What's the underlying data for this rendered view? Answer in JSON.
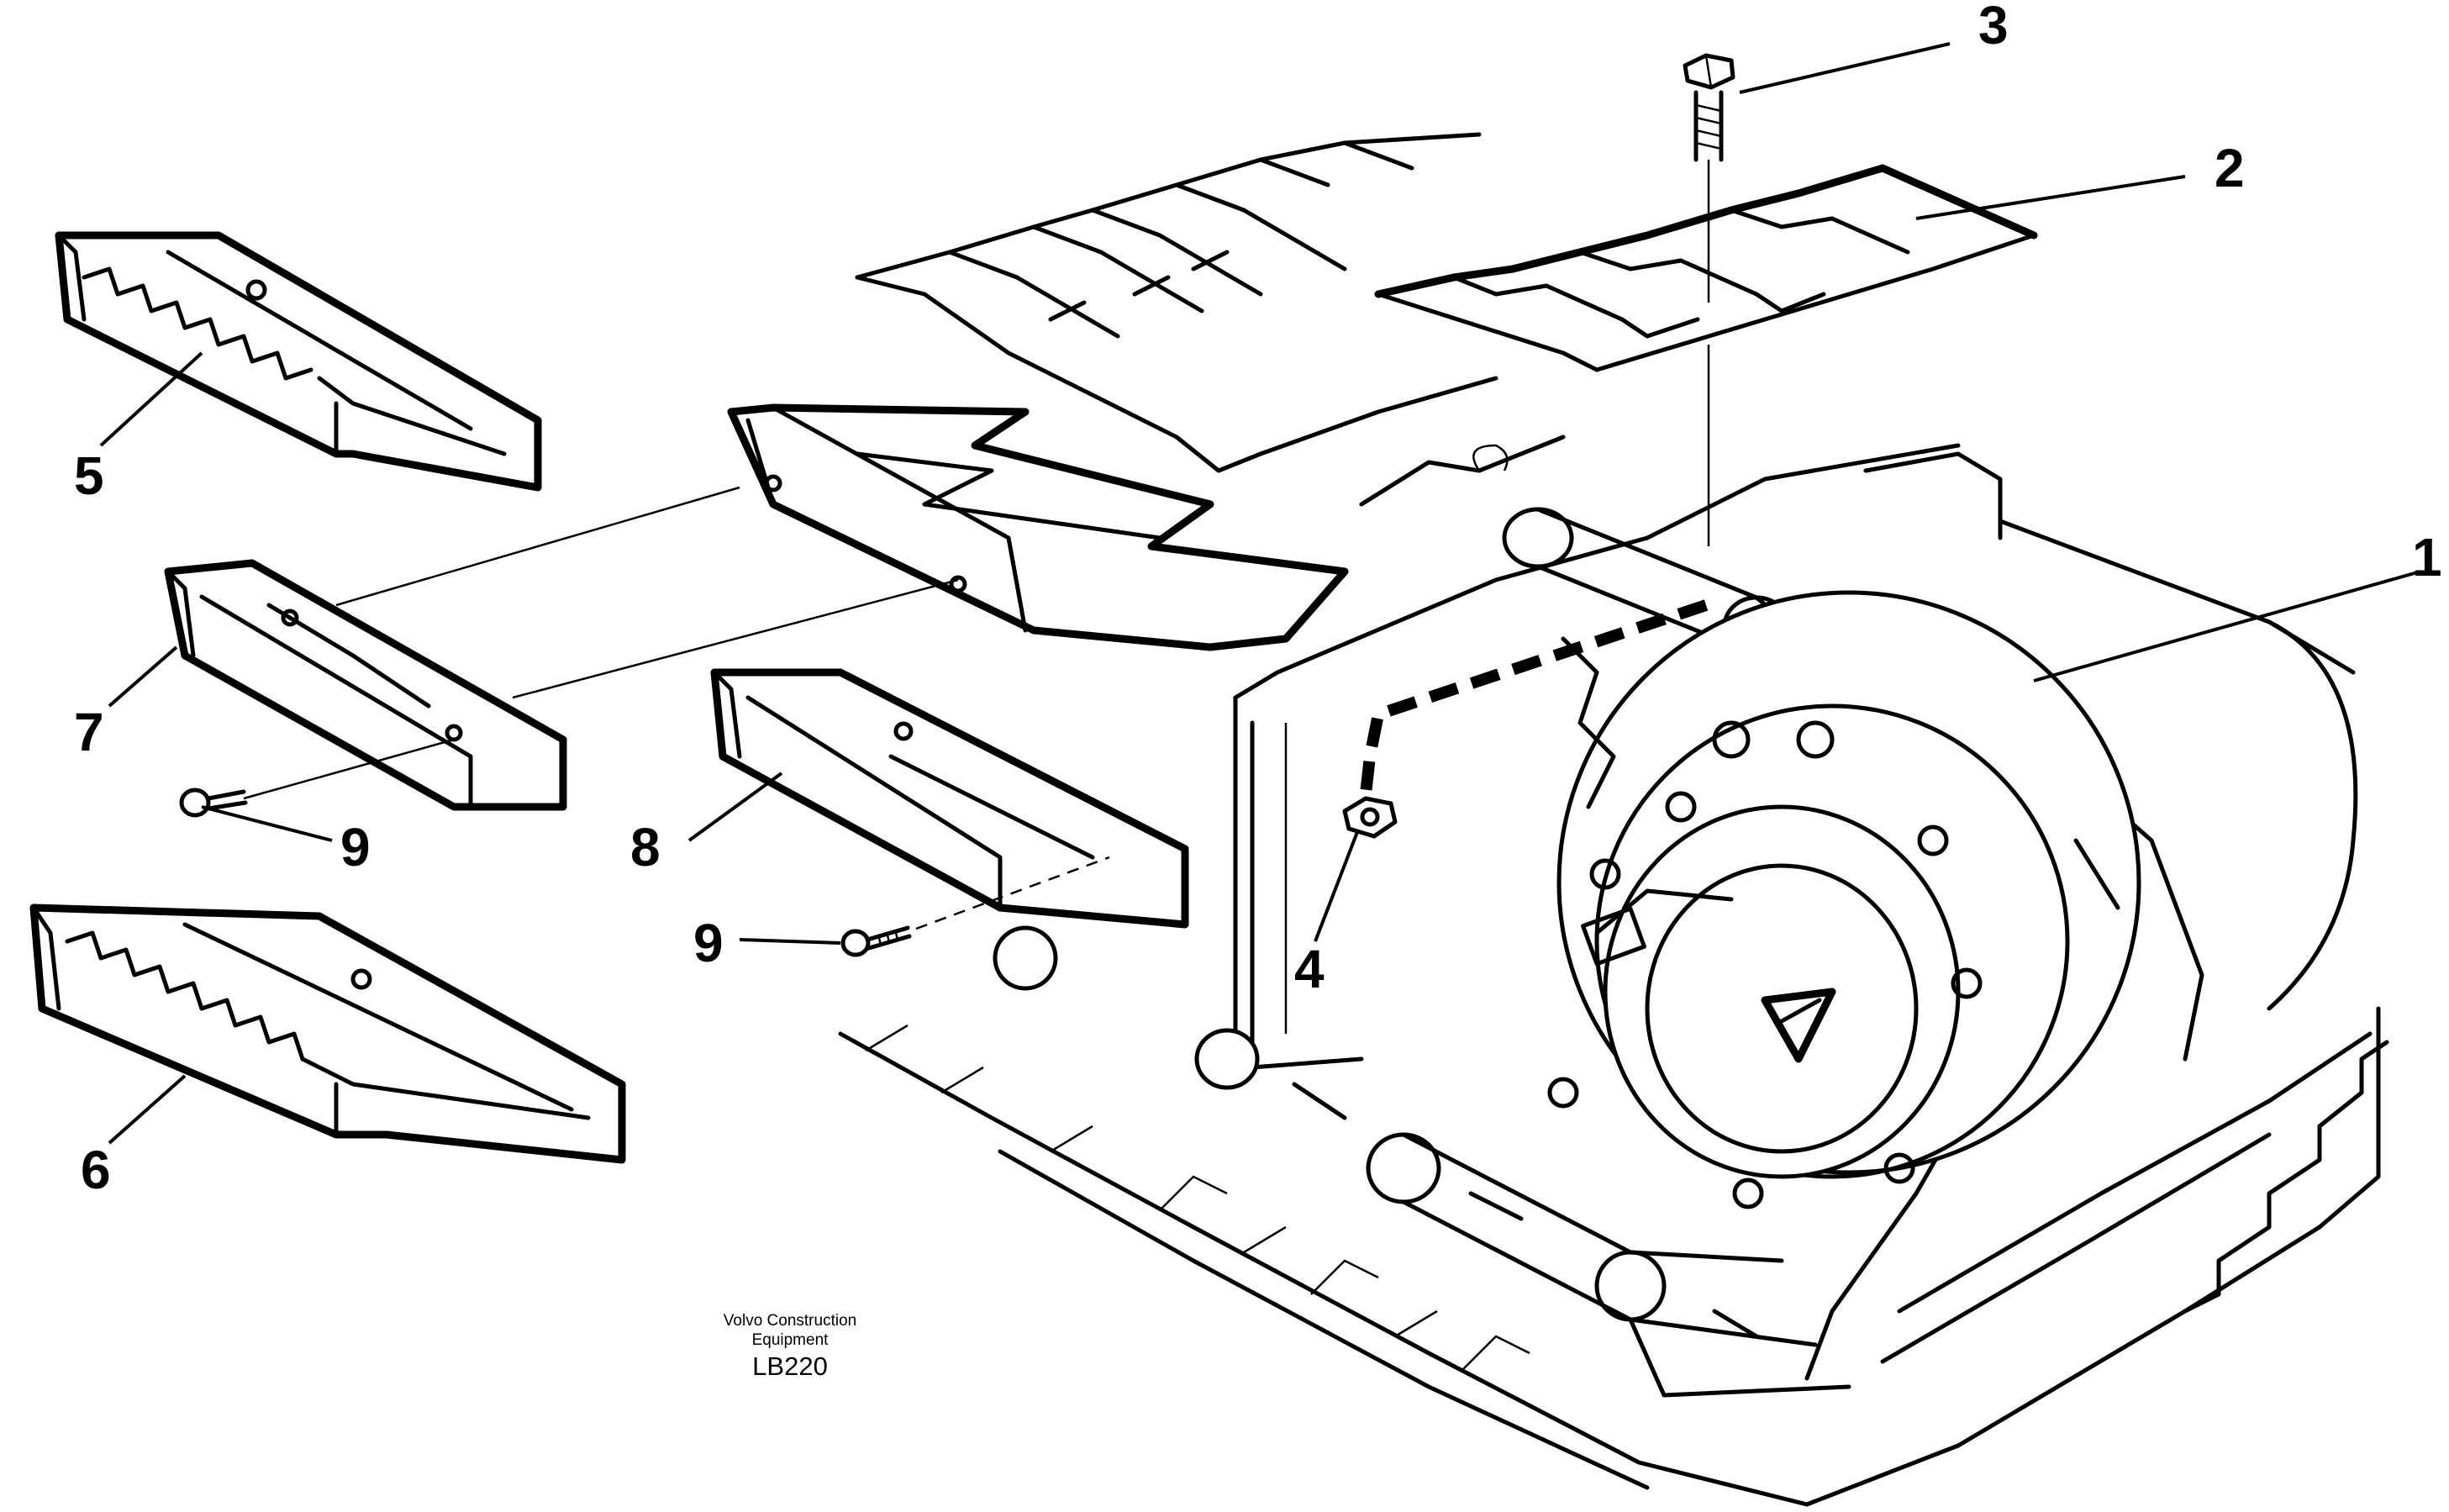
{
  "diagram": {
    "callouts": [
      {
        "id": "1",
        "label": "1"
      },
      {
        "id": "2",
        "label": "2"
      },
      {
        "id": "3",
        "label": "3"
      },
      {
        "id": "4",
        "label": "4"
      },
      {
        "id": "5",
        "label": "5"
      },
      {
        "id": "6",
        "label": "6"
      },
      {
        "id": "7",
        "label": "7"
      },
      {
        "id": "8",
        "label": "8"
      },
      {
        "id": "9a",
        "label": "9"
      },
      {
        "id": "9b",
        "label": "9"
      }
    ],
    "credit": {
      "line1": "Volvo Construction",
      "line2": "Equipment",
      "code": "LB220"
    }
  }
}
